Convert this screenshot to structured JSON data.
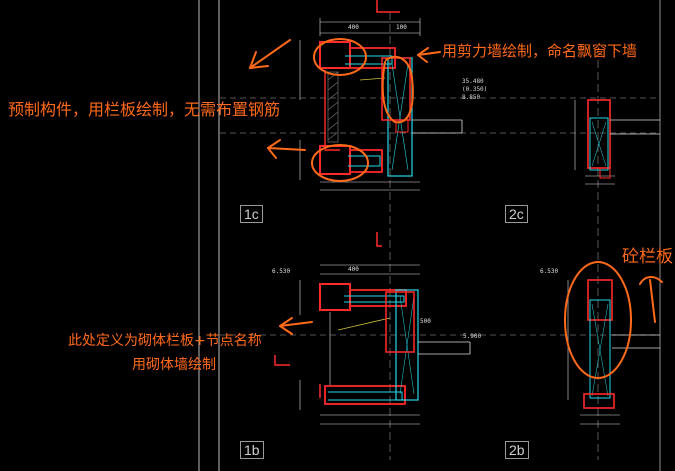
{
  "annotations": {
    "shear_wall_note": "用剪力墙绘制，命名飘窗下墙",
    "prefab_note": "预制构件，用栏板绘制，无需布置钢筋",
    "masonry_note_line1": "此处定义为砌体栏板+节点名称",
    "masonry_note_line2": "用砌体墙绘制",
    "concrete_parapet_note": "砼栏板"
  },
  "detail_tags": {
    "d1c": "1c",
    "d2c": "2c",
    "d1b": "1b",
    "d2b": "2b"
  },
  "elevations": {
    "top_a": "35.480",
    "top_b": "(0.350)",
    "top_c": "8.850",
    "mid_1b_left": "6.530",
    "mid_1b_right": "5.900",
    "mid_2b_left": "6.530"
  },
  "dims": {
    "w400": "400",
    "w100": "100",
    "h500": "500"
  },
  "colors": {
    "background": "#000000",
    "annotation": "#ff6a1a",
    "red_line": "#ff2a2a",
    "cyan_line": "#25d7e6",
    "grid_line": "#8a8a8a"
  }
}
